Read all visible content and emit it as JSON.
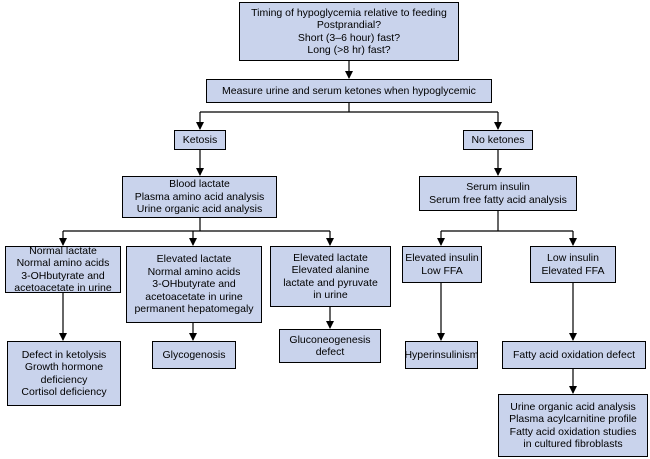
{
  "nodes": {
    "timing": [
      "Timing of hypoglycemia relative to feeding",
      "Postprandial?",
      "Short (3–6 hour) fast?",
      "Long (>8 hr) fast?"
    ],
    "measure": [
      "Measure urine and serum ketones when hypoglycemic"
    ],
    "ketosis": [
      "Ketosis"
    ],
    "no_ketones": [
      "No ketones"
    ],
    "blood_lactate": [
      "Blood lactate",
      "Plasma amino acid analysis",
      "Urine organic acid analysis"
    ],
    "serum_insulin": [
      "Serum insulin",
      "Serum free fatty acid analysis"
    ],
    "normal_lactate": [
      "Normal lactate",
      "Normal amino acids",
      "3-OHbutyrate and",
      "acetoacetate in urine"
    ],
    "elevated_lactate_1": [
      "Elevated lactate",
      "Normal amino acids",
      "3-OHbutyrate and",
      "acetoacetate in urine",
      "permanent hepatomegaly"
    ],
    "elevated_lactate_2": [
      "Elevated lactate",
      "Elevated alanine",
      "lactate and pyruvate",
      "in urine"
    ],
    "elevated_insulin": [
      "Elevated insulin",
      "Low FFA"
    ],
    "low_insulin": [
      "Low insulin",
      "Elevated FFA"
    ],
    "ketolysis_defect": [
      "Defect in ketolysis",
      "Growth hormone",
      "deficiency",
      "Cortisol deficiency"
    ],
    "glycogenosis": [
      "Glycogenosis"
    ],
    "gluconeogenesis": [
      "Gluconeogenesis",
      "defect"
    ],
    "hyperinsulinism": [
      "Hyperinsulinism"
    ],
    "fao_defect": [
      "Fatty acid oxidation defect"
    ],
    "urine_organic": [
      "Urine organic acid analysis",
      "Plasma acylcarnitine profile",
      "Fatty acid oxidation studies",
      "in cultured fibroblasts"
    ]
  },
  "colors": {
    "box_fill": "#c9d3ec",
    "stroke": "#000000"
  }
}
